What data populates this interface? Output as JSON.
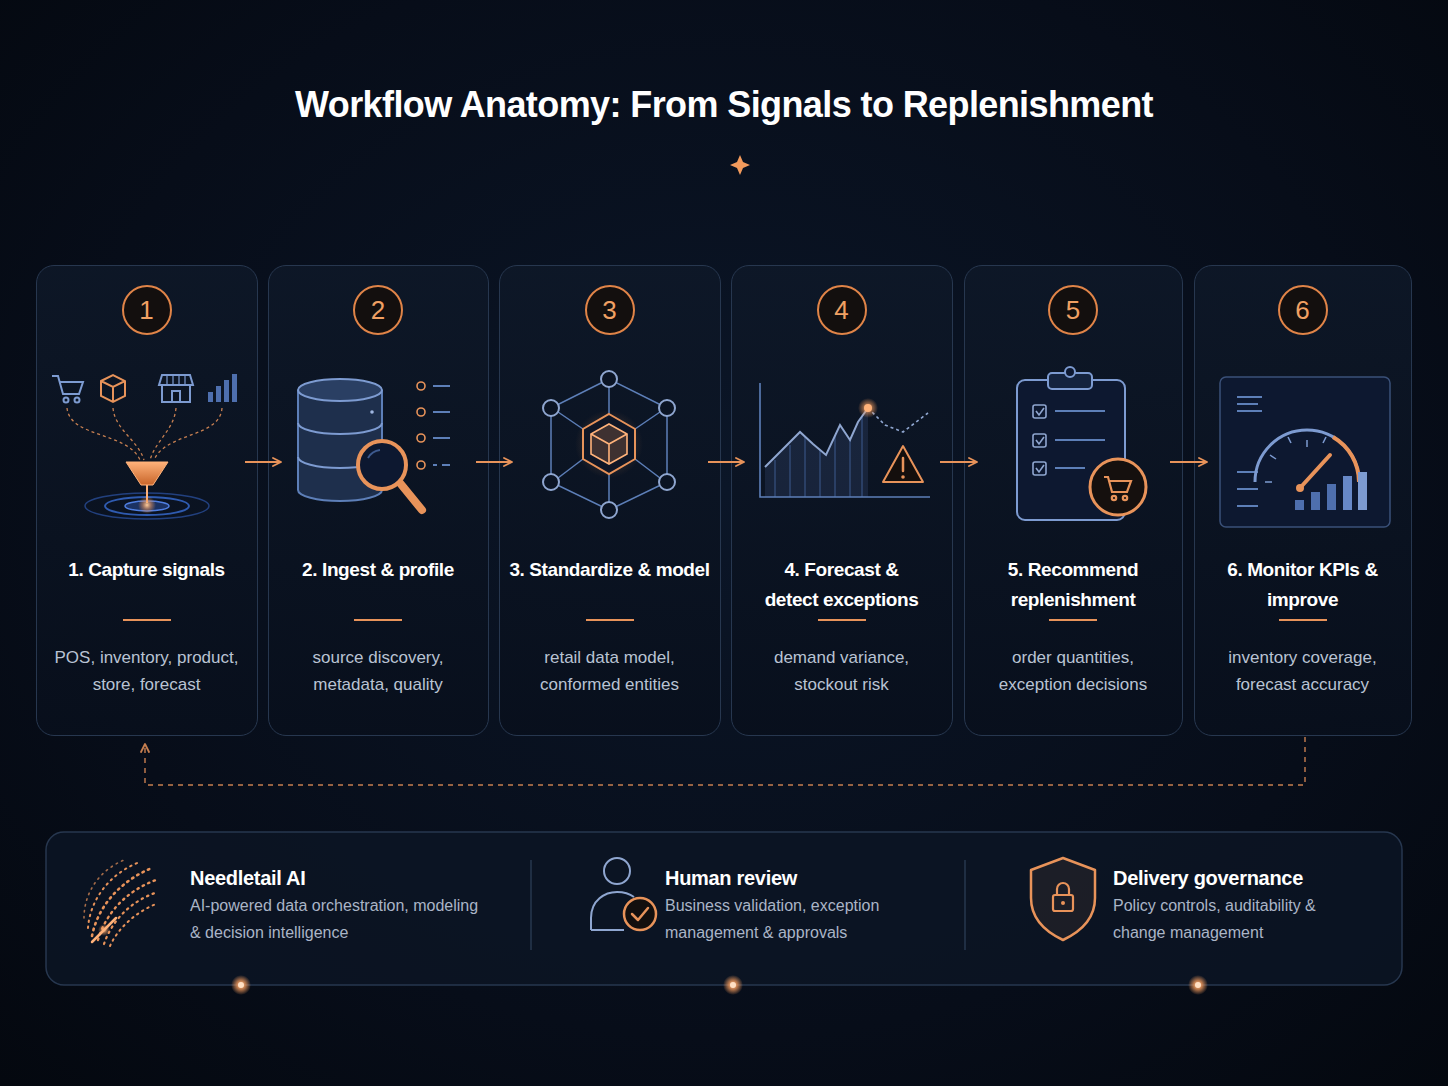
{
  "diagram": {
    "title": "Workflow Anatomy: From Signals to Replenishment",
    "nodes": [
      {
        "text": [
          "1. Capture signals",
          "POS, inventory, product, store, forecast"
        ]
      },
      {
        "text": [
          "1"
        ],
        "in": 0
      },
      {
        "text": [
          "2. Ingest & profile",
          "source discovery, metadata, quality"
        ]
      },
      {
        "text": [
          "2"
        ],
        "in": 2
      },
      {
        "text": [
          "3. Standardize & model",
          "retail data model, conformed entities"
        ]
      },
      {
        "text": [
          "3"
        ],
        "in": 4
      },
      {
        "text": [
          "4. Forecast & detect exceptions",
          "demand variance, stockout risk"
        ]
      },
      {
        "text": [
          "4"
        ],
        "in": 6
      },
      {
        "text": [
          "5. Recommend replenishment",
          "order quantities, exception decisions"
        ]
      },
      {
        "text": [
          "5"
        ],
        "in": 8
      },
      {
        "text": [
          "6. Monitor KPIs & improve",
          "inventory coverage, forecast accuracy"
        ]
      },
      {
        "text": [
          "6"
        ],
        "in": 10
      },
      {
        "text": [
          "Needletail AI",
          "AI-powered data orchestration, modeling & decision intelligence"
        ]
      },
      {
        "text": [
          "Human review",
          "Business validation, exception management & approvals"
        ]
      },
      {
        "text": [
          "Delivery governance",
          "Policy controls, auditability & change management"
        ]
      }
    ],
    "edges": [
      {
        "from": 0,
        "to": 2,
        "arrow": "to"
      },
      {
        "from": 2,
        "to": 4,
        "arrow": "to"
      },
      {
        "from": 4,
        "to": 6,
        "arrow": "to"
      },
      {
        "from": 6,
        "to": 8,
        "arrow": "to"
      },
      {
        "from": 8,
        "to": 10,
        "arrow": "to"
      },
      {
        "from": 10,
        "to": 0,
        "arrow": "to"
      }
    ]
  }
}
